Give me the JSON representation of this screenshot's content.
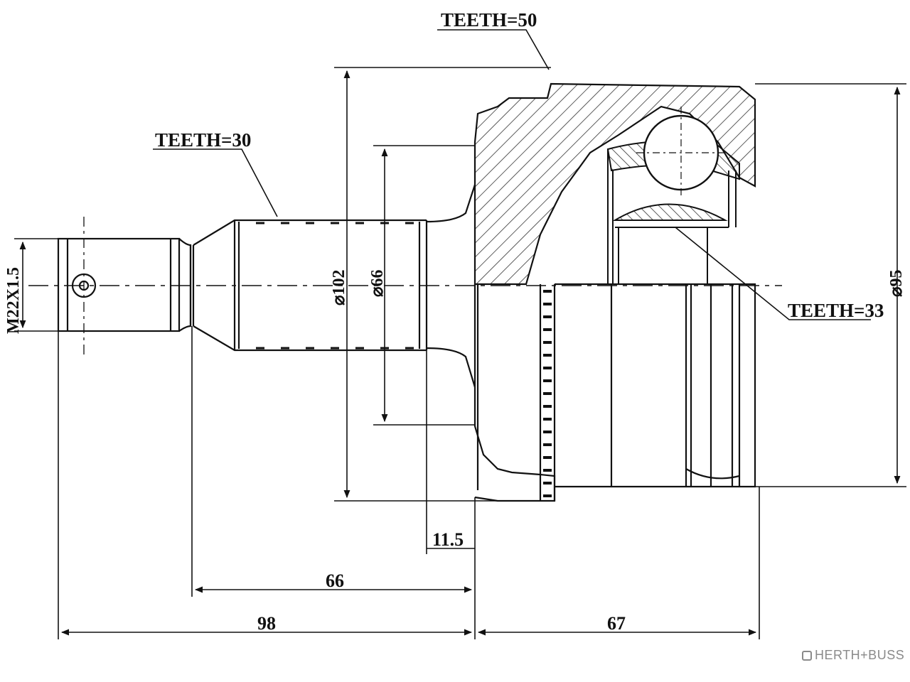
{
  "labels": {
    "teeth_50": "TEETH=50",
    "teeth_30": "TEETH=30",
    "teeth_33": "TEETH=33"
  },
  "dimensions": {
    "thread": "M22X1.5",
    "dia_102": "⌀102",
    "dia_66": "⌀66",
    "dia_95": "⌀95",
    "len_11_5": "11.5",
    "len_66": "66",
    "len_98": "98",
    "len_67": "67"
  },
  "brand": {
    "text": "HERTH+BUSS"
  },
  "colors": {
    "line": "#111111",
    "hatch": "#333333",
    "brand": "#8a8a8a"
  }
}
